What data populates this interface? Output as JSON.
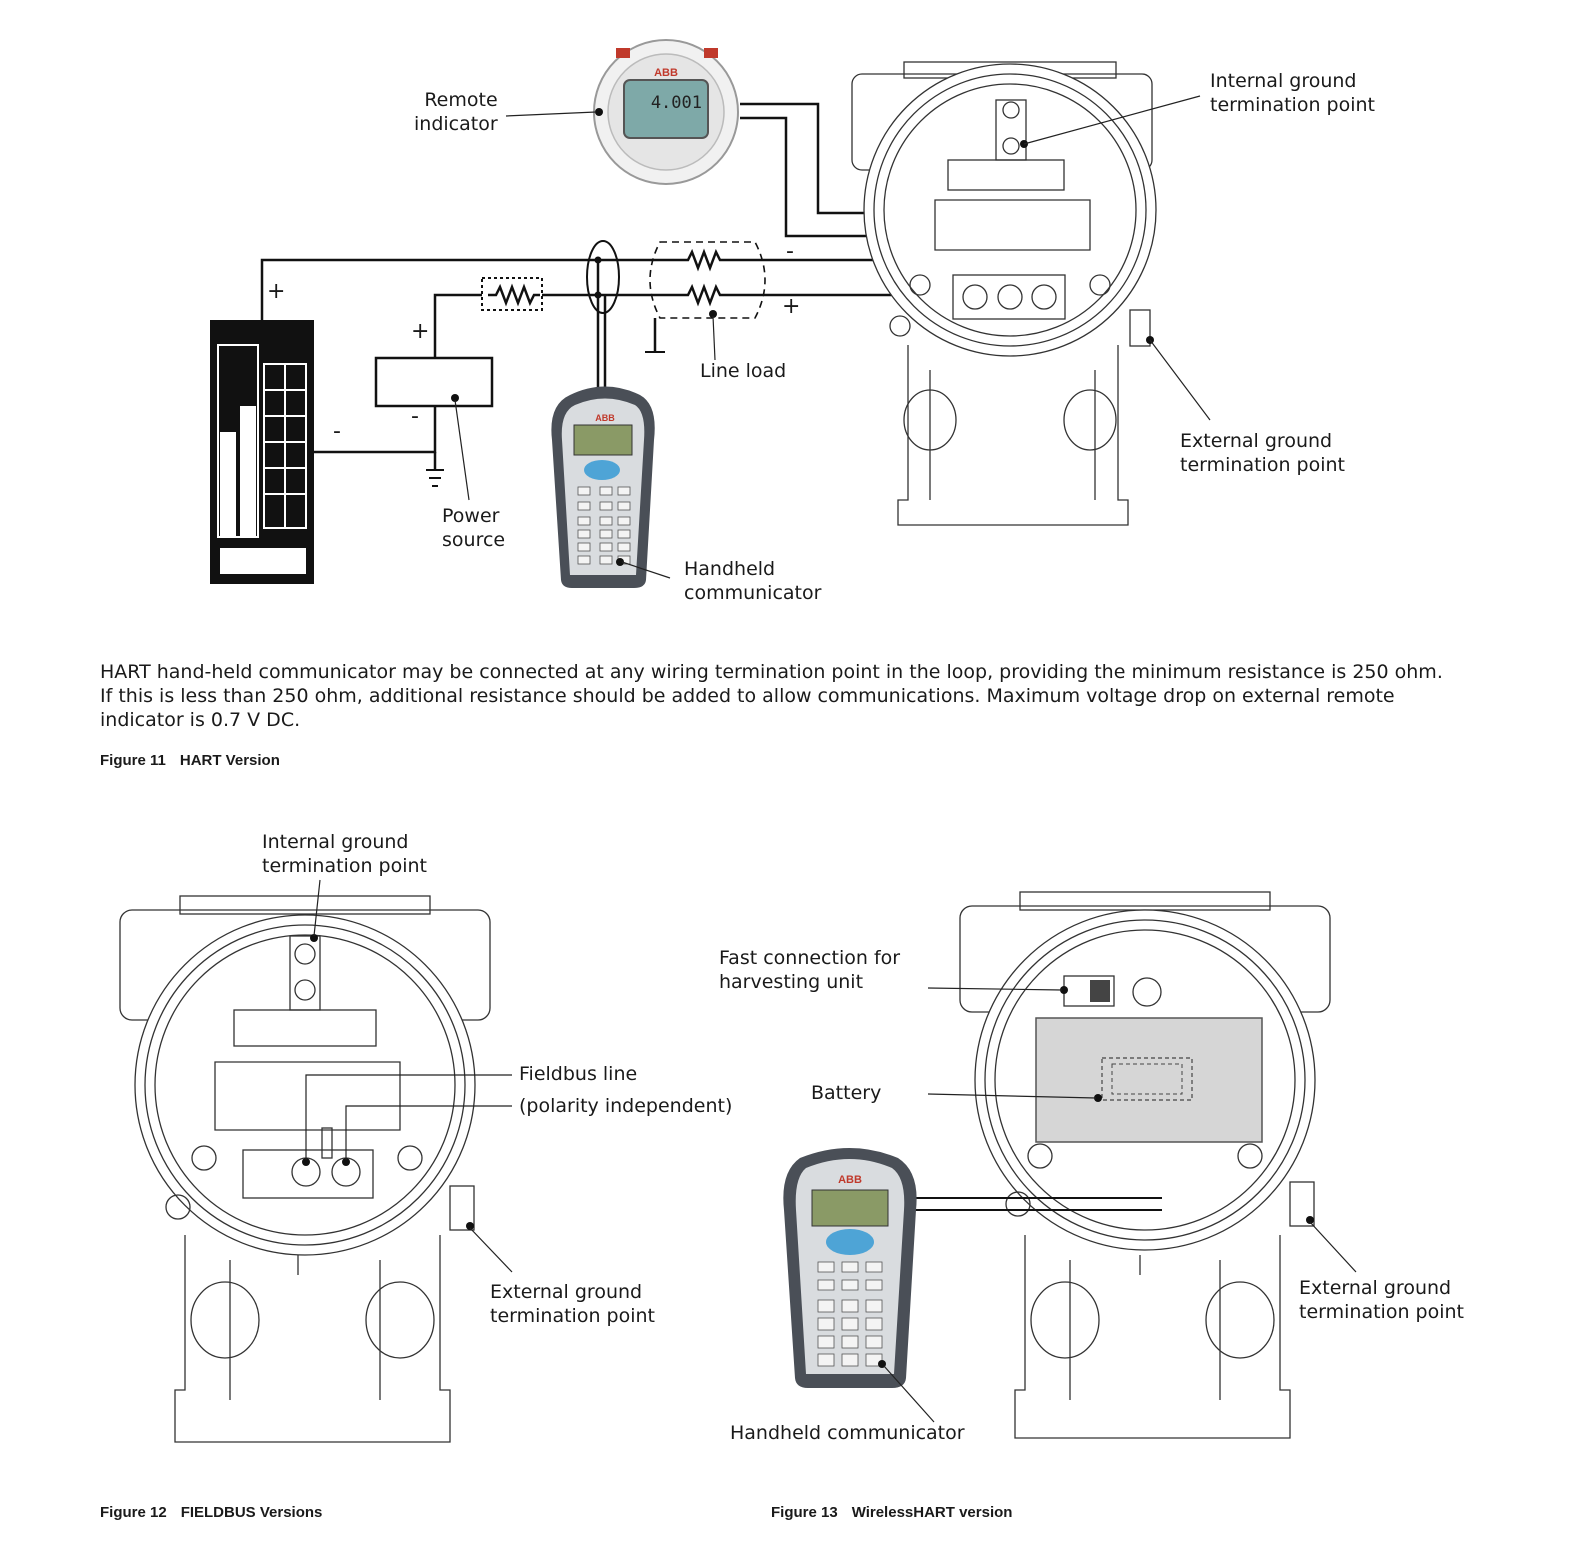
{
  "figure11": {
    "labels": {
      "remote_indicator": "Remote\nindicator",
      "internal_ground": "Internal ground\ntermination point",
      "external_ground": "External ground\ntermination point",
      "line_load": "Line load",
      "power_source": "Power\nsource",
      "handheld": "Handheld\ncommunicator",
      "plus_top": "+",
      "plus_ps": "+",
      "minus_left": "-",
      "minus_ps": "-",
      "minus_top": "-",
      "plus_right": "+"
    },
    "indicator_display": "4.001",
    "brand": "ABB",
    "paragraph": "HART hand-held communicator may be connected at any wiring termination point in the loop, providing the minimum resistance is 250 ohm.  If this is less than 250 ohm, additional resistance should be added to allow communications. Maximum voltage drop on external remote indicator is 0.7 V DC.",
    "caption_num": "Figure 11",
    "caption_title": "HART Version"
  },
  "figure12": {
    "labels": {
      "internal_ground": "Internal ground\ntermination point",
      "fieldbus_line": "Fieldbus line",
      "polarity": "(polarity independent)",
      "external_ground": "External ground\ntermination point"
    },
    "caption_num": "Figure 12",
    "caption_title": "FIELDBUS Versions"
  },
  "figure13": {
    "labels": {
      "fast_connection": "Fast connection for\nharvesting unit",
      "battery": "Battery",
      "external_ground": "External ground\ntermination point",
      "handheld": "Handheld communicator"
    },
    "brand": "ABB",
    "caption_num": "Figure 13",
    "caption_title": "WirelessHART version"
  },
  "icons": [
    "transmitter-housing-icon",
    "remote-indicator-icon",
    "handheld-communicator-icon",
    "power-source-icon",
    "resistor-icon",
    "ground-icon",
    "controller-icon",
    "battery-icon"
  ]
}
